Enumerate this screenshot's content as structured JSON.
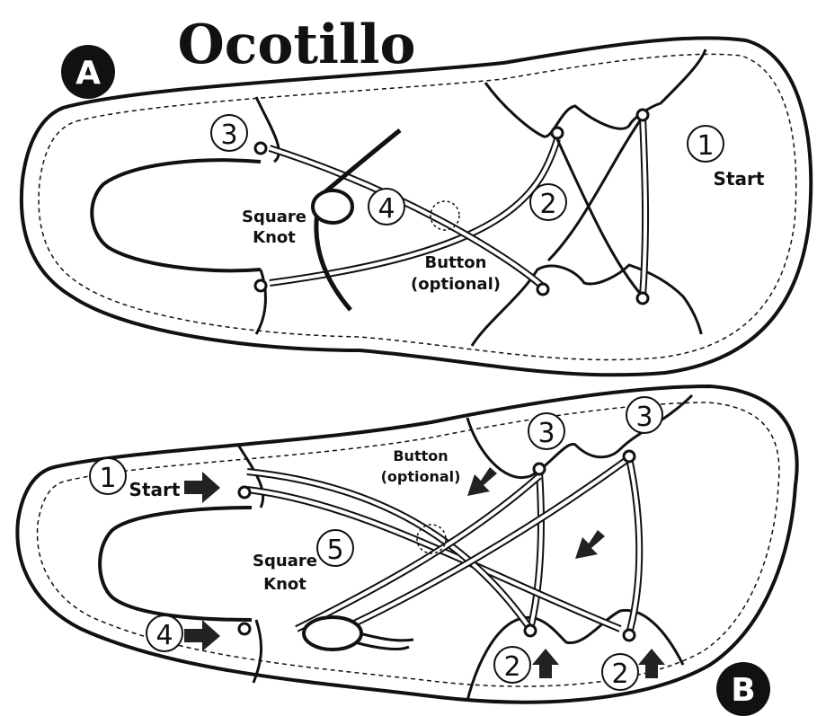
{
  "title": "Ocotillo",
  "panel_a": {
    "badge": "A",
    "steps": [
      "1",
      "2",
      "3",
      "4"
    ],
    "start_label": "Start",
    "square_knot": [
      "Square",
      "Knot"
    ],
    "button_label": [
      "Button",
      "(optional)"
    ]
  },
  "panel_b": {
    "badge": "B",
    "steps": [
      "1",
      "2",
      "2",
      "3",
      "3",
      "4",
      "5"
    ],
    "start_label": "Start",
    "square_knot": [
      "Square",
      "Knot"
    ],
    "button_label": [
      "Button",
      "(optional)"
    ]
  },
  "colors": {
    "ink": "#111111",
    "paper": "#ffffff"
  }
}
